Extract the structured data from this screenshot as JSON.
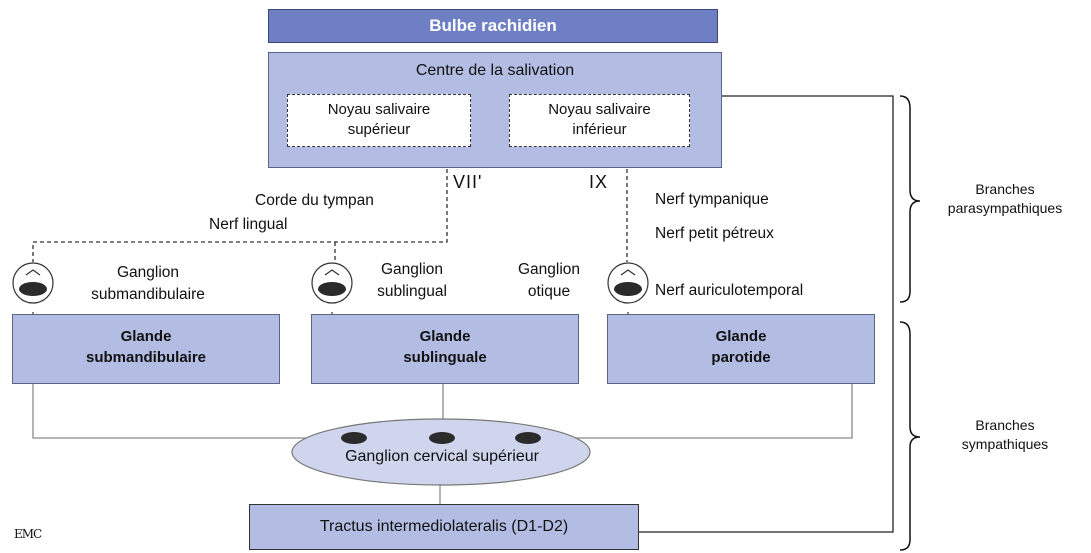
{
  "bulbe": "Bulbe rachidien",
  "centre": "Centre de la salivation",
  "noyau_sup": [
    "Noyau salivaire",
    "supérieur"
  ],
  "noyau_inf": [
    "Noyau salivaire",
    "inférieur"
  ],
  "nerve_vii": "VII'",
  "nerve_ix": "IX",
  "corde": "Corde du tympan",
  "lingual": "Nerf lingual",
  "tympanique": "Nerf tympanique",
  "petit_petreux": "Nerf petit pétreux",
  "auriculo": "Nerf auriculotemporal",
  "ganglion_submand": [
    "Ganglion",
    "submandibulaire"
  ],
  "ganglion_subling": [
    "Ganglion",
    "sublingual"
  ],
  "ganglion_otique": [
    "Ganglion",
    "otique"
  ],
  "glande_submand": [
    "Glande",
    "submandibulaire"
  ],
  "glande_subling": [
    "Glande",
    "sublinguale"
  ],
  "glande_parotide": [
    "Glande",
    "parotide"
  ],
  "ganglion_cervical": "Ganglion cervical supérieur",
  "tractus": "Tractus intermediolateralis (D1-D2)",
  "branches_para": [
    "Branches",
    "parasympathiques"
  ],
  "branches_symp": [
    "Branches",
    "sympathiques"
  ],
  "logo": "EMC",
  "colors": {
    "box_fill": "#b3bde3",
    "title_fill": "#6f7fc4",
    "line": "#444444"
  }
}
